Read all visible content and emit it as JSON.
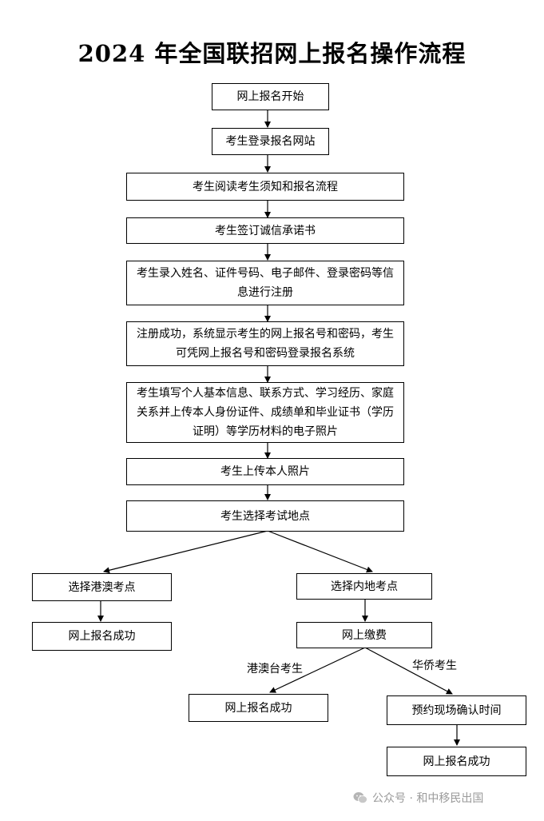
{
  "title": "2024 年全国联招网上报名操作流程",
  "steps": {
    "s1": "网上报名开始",
    "s2": "考生登录报名网站",
    "s3": "考生阅读考生须知和报名流程",
    "s4": "考生签订诚信承诺书",
    "s5": "考生录入姓名、证件号码、电子邮件、登录密码等信息进行注册",
    "s6": "注册成功，系统显示考生的网上报名号和密码，考生可凭网上报名号和密码登录报名系统",
    "s7": "考生填写个人基本信息、联系方式、学习经历、家庭关系并上传本人身份证件、成绩单和毕业证书（学历证明）等学历材料的电子照片",
    "s8": "考生上传本人照片",
    "s9": "考生选择考试地点",
    "left_choice": "选择港澳考点",
    "left_done": "网上报名成功",
    "right_choice": "选择内地考点",
    "payment": "网上缴费",
    "hk_done": "网上报名成功",
    "confirm_time": "预约现场确认时间",
    "final_done": "网上报名成功"
  },
  "branch_labels": {
    "hk_macao_tw": "港澳台考生",
    "overseas": "华侨考生"
  },
  "watermark": {
    "text": "公众号 · 和中移民出国",
    "icon": "wechat-icon"
  }
}
